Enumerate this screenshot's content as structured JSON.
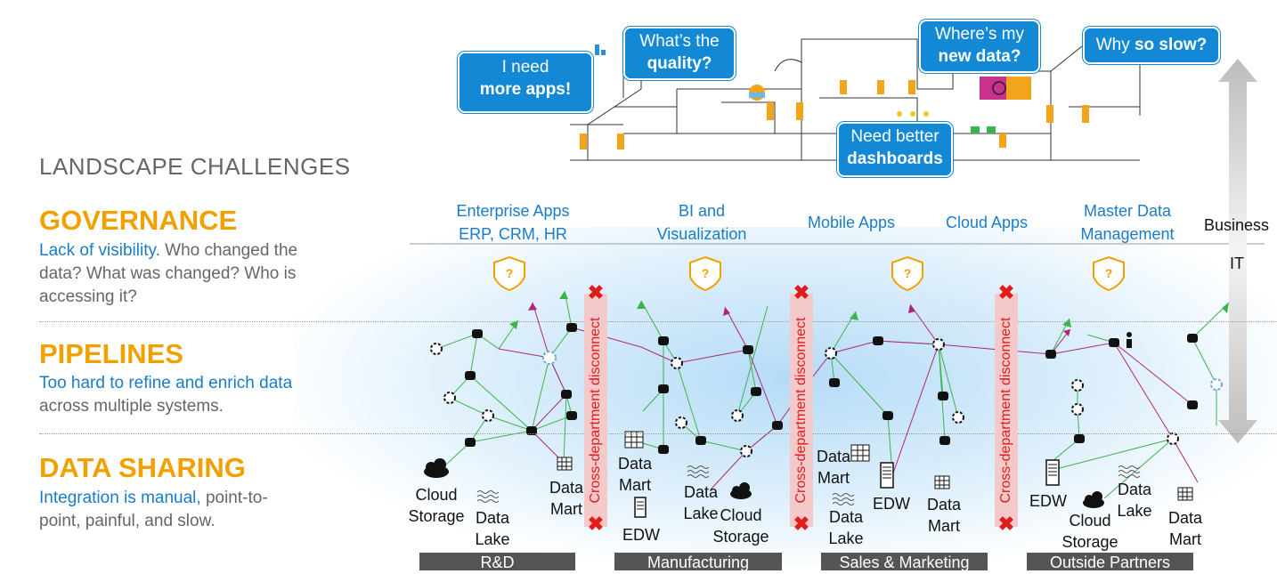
{
  "heading": "LANDSCAPE CHALLENGES",
  "sections": [
    {
      "title": "GOVERNANCE",
      "desc_blue": "Lack of visibility.",
      "desc_rest": " Who changed the data? What was changed? Who is accessing it?"
    },
    {
      "title": "PIPELINES",
      "desc_blue": "Too hard to refine and enrich data",
      "desc_rest": " across multiple systems."
    },
    {
      "title": "DATA SHARING",
      "desc_blue": "Integration is manual,",
      "desc_rest": " point-to-point, painful, and slow."
    }
  ],
  "bubbles": [
    {
      "line1": "I need",
      "line2": "more apps!"
    },
    {
      "line1": "What’s the",
      "line2": "quality?"
    },
    {
      "line1": "Where’s my",
      "line2": "new data?"
    },
    {
      "line1": "Why ",
      "line2": "so slow?"
    },
    {
      "line1": "Need better",
      "line2": "dashboards"
    }
  ],
  "categories": [
    {
      "line1": "Enterprise Apps",
      "line2": "ERP, CRM, HR"
    },
    {
      "line1": "BI and",
      "line2": "Visualization"
    },
    {
      "line1": "Mobile Apps",
      "line2": ""
    },
    {
      "line1": "Cloud Apps",
      "line2": ""
    },
    {
      "line1": "Master Data",
      "line2": "Management"
    }
  ],
  "axis": {
    "top": "Business",
    "bottom": "IT"
  },
  "disconnect_label": "Cross-department disconnect",
  "departments": [
    "R&D",
    "Manufacturing",
    "Sales & Marketing",
    "Outside Partners"
  ],
  "node_labels": {
    "rd_cloud": "Cloud Storage",
    "rd_lake": "Data Lake",
    "rd_mart": "Data Mart",
    "mf_mart": "Data Mart",
    "mf_edw": "EDW",
    "mf_lake": "Data Lake",
    "mf_cloud": "Cloud Storage",
    "sm_mart1": "Data Mart",
    "sm_lake": "Data Lake",
    "sm_edw": "EDW",
    "sm_mart2": "Data Mart",
    "op_edw": "EDW",
    "op_cloud": "Cloud Storage",
    "op_lake": "Data Lake",
    "op_mart": "Data Mart"
  },
  "colors": {
    "accent": "#f0a100",
    "blue": "#1a7cc8",
    "bubble": "#1388d4",
    "red": "#e21b1b",
    "magenta": "#b0247f",
    "green": "#3bb44a"
  }
}
